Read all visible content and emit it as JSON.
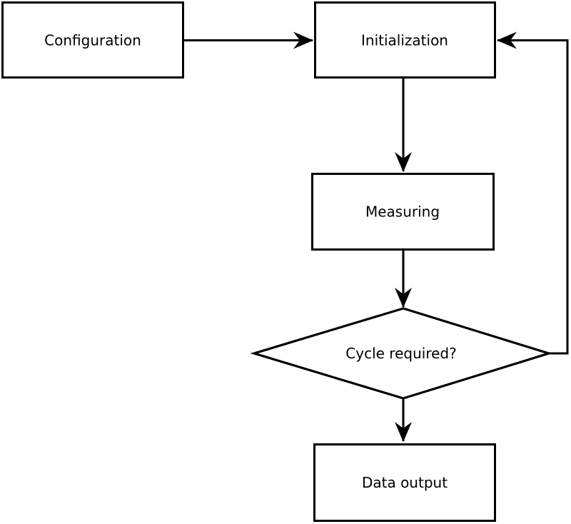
{
  "diagram": {
    "type": "flowchart",
    "background_color": "#ffffff",
    "stroke_color": "#000000",
    "text_color": "#000000",
    "nodes": [
      {
        "id": "configuration",
        "label": "Configuration",
        "shape": "rectangle"
      },
      {
        "id": "initialization",
        "label": "Initialization",
        "shape": "rectangle"
      },
      {
        "id": "measuring",
        "label": "Measuring",
        "shape": "rectangle"
      },
      {
        "id": "cycle-required",
        "label": "Cycle required?",
        "shape": "diamond"
      },
      {
        "id": "data-output",
        "label": "Data output",
        "shape": "rectangle"
      }
    ],
    "edges": [
      {
        "from": "configuration",
        "to": "initialization",
        "kind": "straight"
      },
      {
        "from": "initialization",
        "to": "measuring",
        "kind": "straight"
      },
      {
        "from": "measuring",
        "to": "cycle-required",
        "kind": "straight"
      },
      {
        "from": "cycle-required",
        "to": "data-output",
        "kind": "straight"
      },
      {
        "from": "cycle-required",
        "to": "initialization",
        "kind": "loop-back"
      }
    ]
  }
}
